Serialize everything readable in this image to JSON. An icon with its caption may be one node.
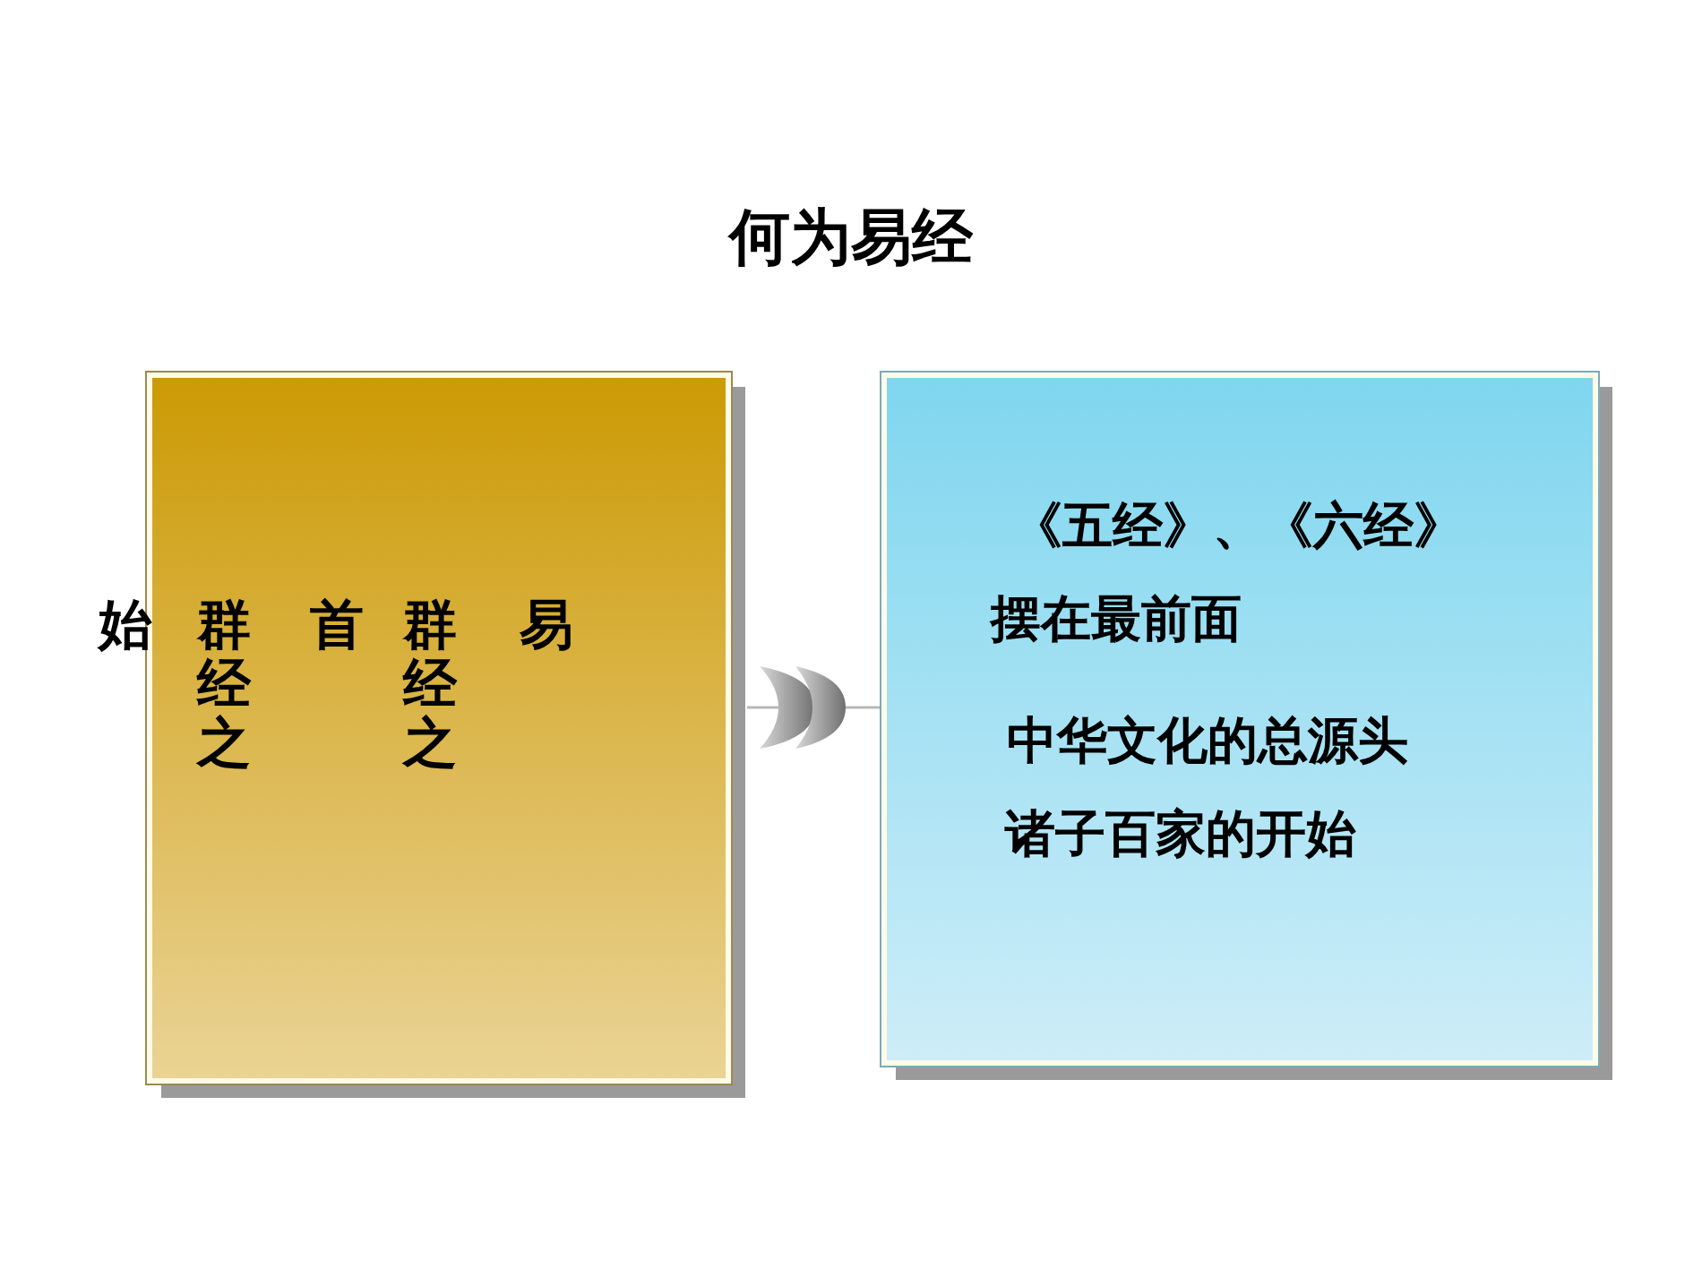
{
  "diagram": {
    "title": "何为易经",
    "nodes": [
      {
        "text": [
          "始",
          "群经之",
          "首",
          "群经之",
          "易"
        ]
      },
      {
        "text": [
          "《五经》、《六经》",
          "摆在最前面",
          "中华文化的总源头",
          "诸子百家的开始"
        ]
      }
    ],
    "edges": [
      {
        "from": 0,
        "to": 1,
        "arrow": "to"
      }
    ]
  }
}
